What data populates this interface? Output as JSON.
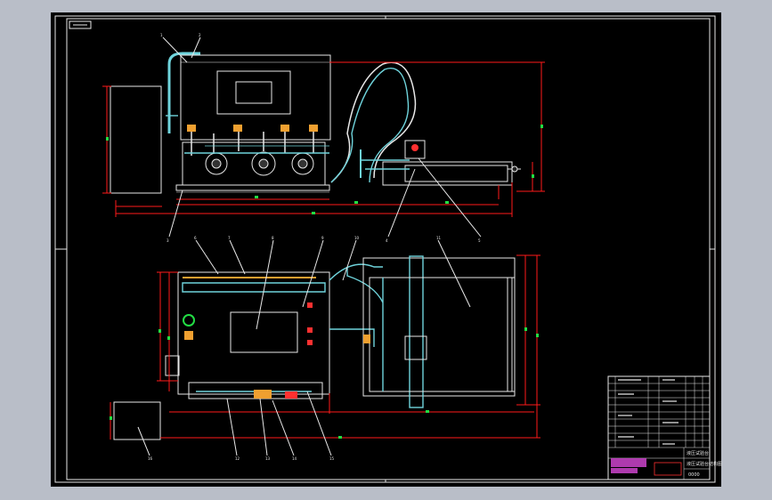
{
  "colors": {
    "app_background": "#b9bec8",
    "canvas": "#000000",
    "frame": "#e8e8e8",
    "dimension": "#ff1a1a",
    "outline": "#e8e8e8",
    "hose": "#6fd4dc",
    "marker": "#22dd44",
    "highlight": "#ff3030",
    "component": "#f0a030"
  },
  "title_block": {
    "title": "液压试验台",
    "subtitle": "液压试验台结构图",
    "drawing_number": "0000"
  }
}
